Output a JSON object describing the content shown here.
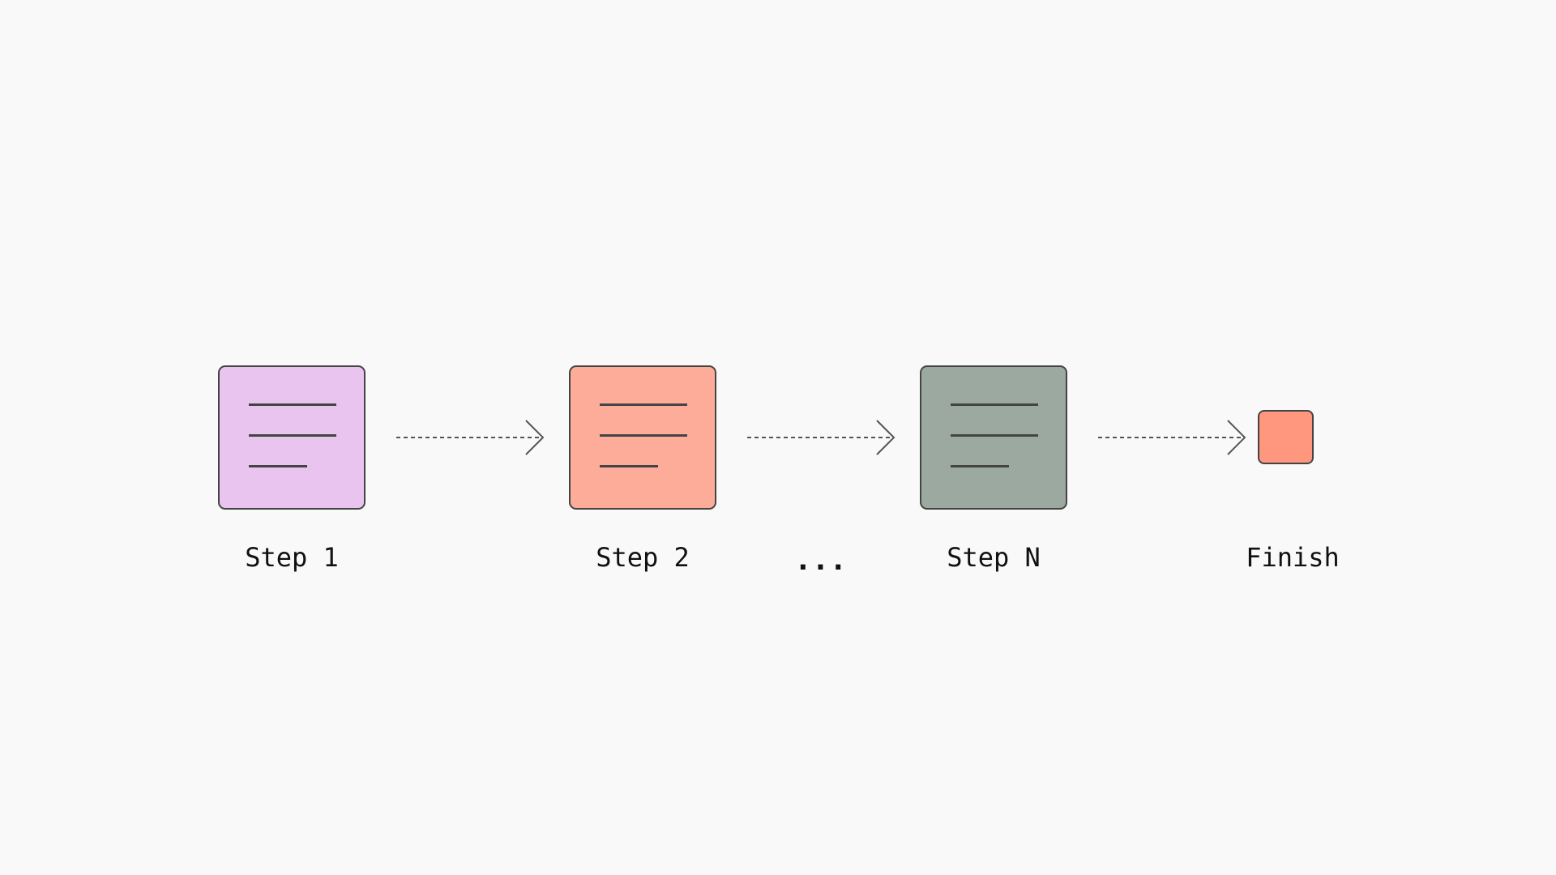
{
  "diagram": {
    "steps": [
      {
        "label": "Step 1",
        "color": "#e8c4ee"
      },
      {
        "label": "Step 2",
        "color": "#feac9a"
      },
      {
        "label": "Step N",
        "color": "#9ba9a1"
      }
    ],
    "ellipsis": "...",
    "finish": {
      "label": "Finish",
      "color": "#ff967e"
    },
    "icon": "document-lines-icon",
    "connector": "dotted-arrow-right-icon"
  }
}
